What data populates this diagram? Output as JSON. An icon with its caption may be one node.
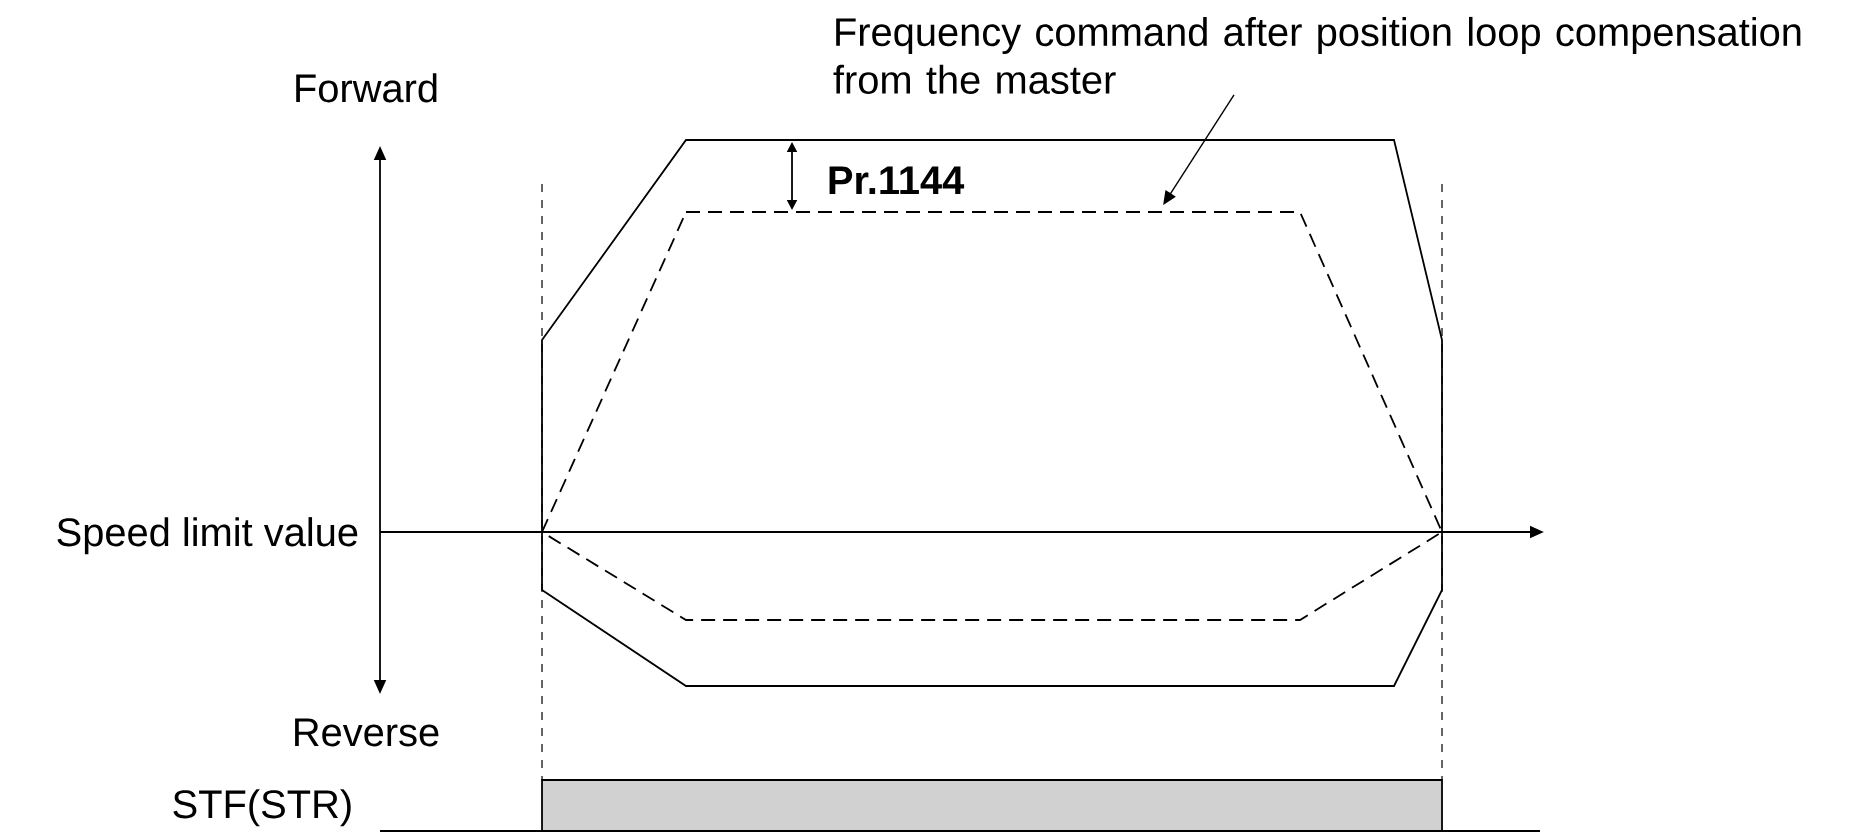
{
  "diagram": {
    "nodes": [
      {
        "text": [
          "Frequency command after position loop compensation from the master"
        ]
      },
      {
        "text": [],
        "shape": "octagon"
      }
    ],
    "edges": [
      {
        "from": 0,
        "to": 1,
        "arrow": "to"
      }
    ],
    "labels": [
      "Forward",
      "Pr.1144",
      "Speed limit value",
      "Reverse",
      "STF(STR)"
    ]
  }
}
